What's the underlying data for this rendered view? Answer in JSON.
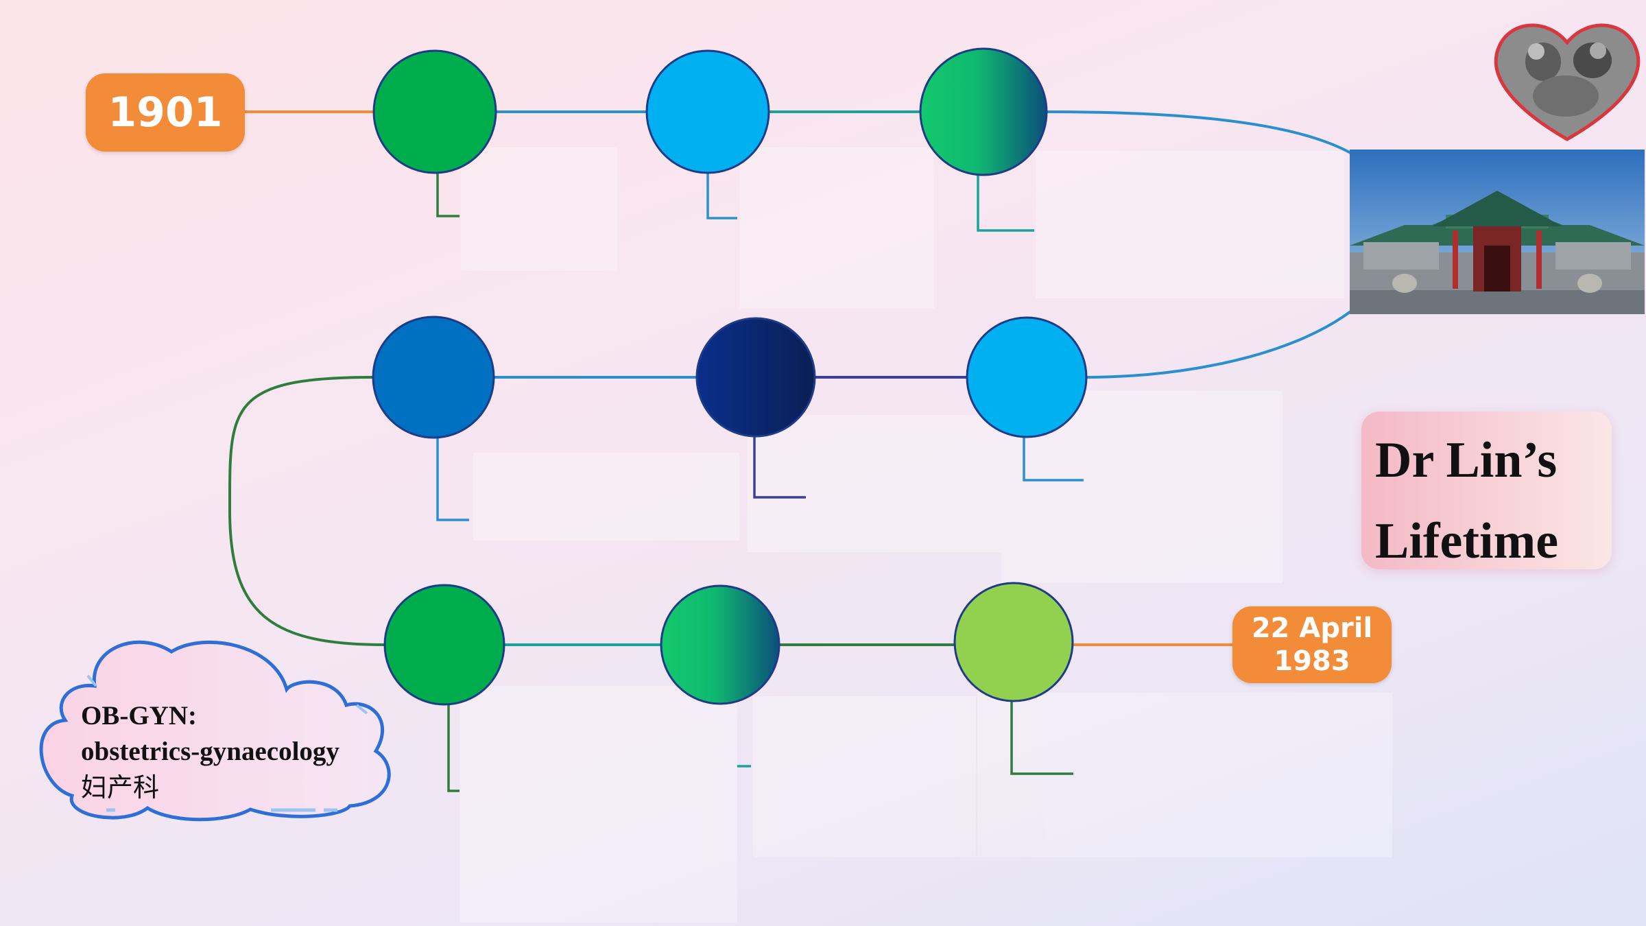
{
  "timeline": {
    "start_year": "1901",
    "end_date_line1": "22 April",
    "end_date_line2": "1983"
  },
  "title": {
    "line1": "Dr Lin’s",
    "line2": "Lifetime"
  },
  "note": {
    "line1": "OB-GYN:",
    "line2": "obstetrics-gynaecology",
    "line3": "妇产科"
  },
  "colors": {
    "orange": "#f28c38",
    "green": "#00ad4d",
    "light_blue": "#00b0f0",
    "royal_blue": "#0070c0",
    "navy": "#002d80",
    "lime": "#92d050"
  },
  "icons": [
    "heart-photo-icon",
    "building-photo-icon",
    "cloud-shape-icon"
  ]
}
